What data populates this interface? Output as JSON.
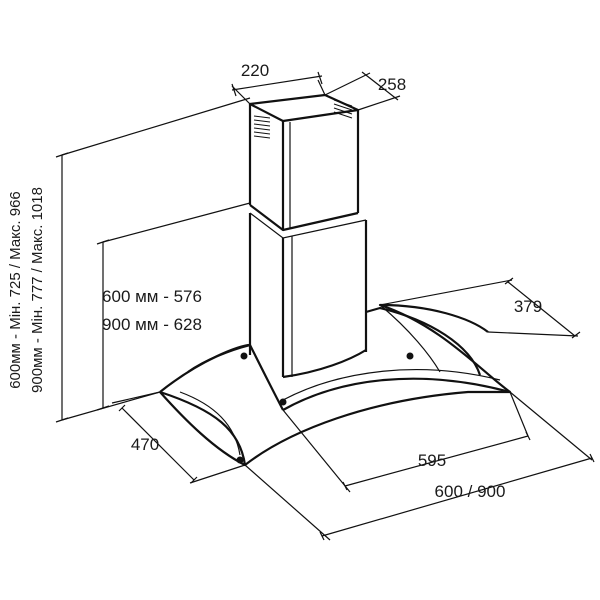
{
  "dimensions": {
    "chimney_width": "220",
    "chimney_depth": "258",
    "canopy_front_depth": "379",
    "canopy_side_depth": "470",
    "inner_width": "595",
    "total_width": "600 / 900",
    "chimney_600": "600 мм - 576",
    "chimney_900": "900 мм - 628",
    "height_600": "600мм - Мін. 725 / Макс. 966",
    "height_900": "900мм - Мін. 777 / Макс. 1018"
  },
  "colors": {
    "line": "#111111",
    "text": "#1a1a1a",
    "background": "#ffffff"
  }
}
